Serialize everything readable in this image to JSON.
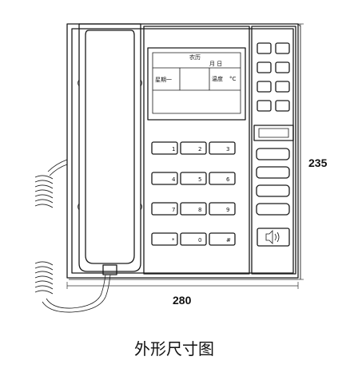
{
  "lcd": {
    "top_label": "农历",
    "month_day": "月  日",
    "weekday": "星期一",
    "temp_label": "温度",
    "temp_unit": "°C"
  },
  "keypad": {
    "keys": [
      "1",
      "2",
      "3",
      "4",
      "5",
      "6",
      "7",
      "8",
      "9",
      "*",
      "0",
      "#"
    ]
  },
  "dimensions": {
    "width": "280",
    "height": "235"
  },
  "caption": "外形尺寸图"
}
